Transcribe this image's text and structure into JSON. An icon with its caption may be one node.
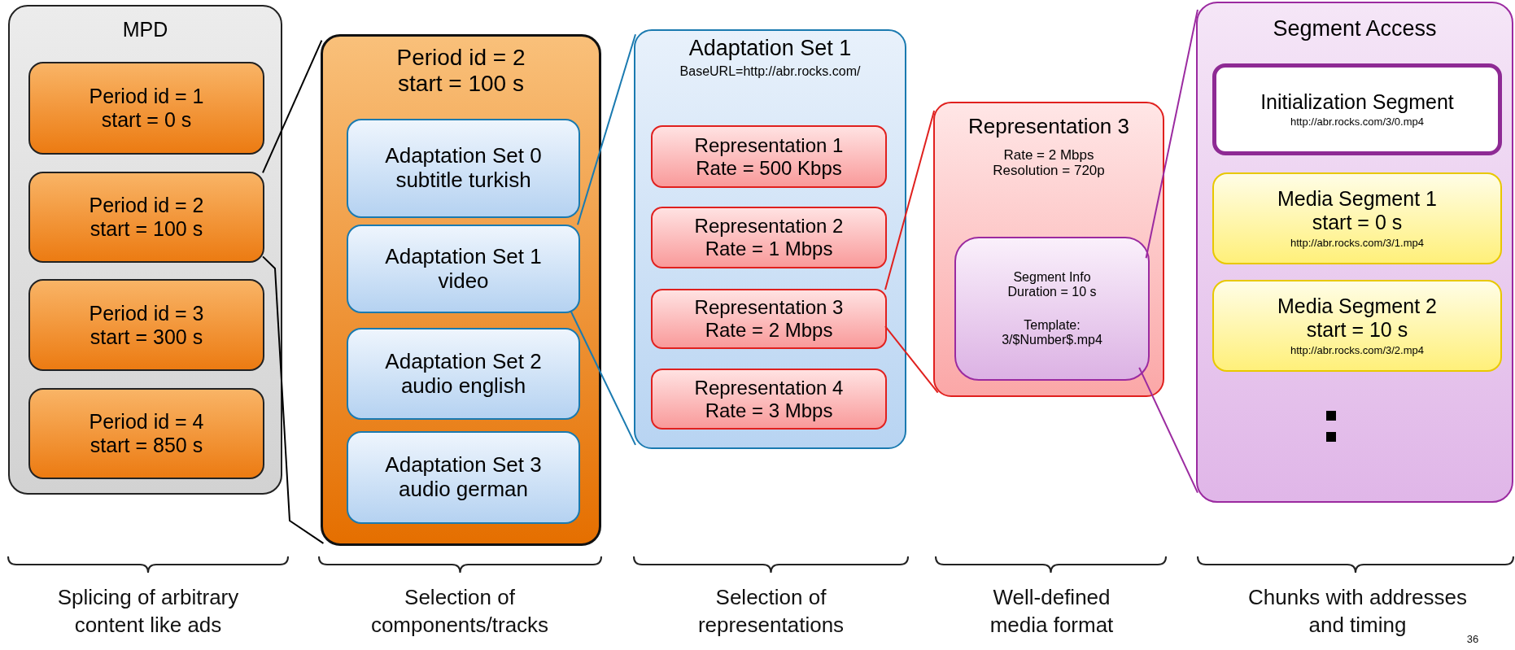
{
  "diagram": {
    "nodes": [
      {
        "text": [
          "MPD"
        ]
      },
      {
        "text": [
          "Period id = 1 start = 0 s"
        ],
        "in": 0
      },
      {
        "text": [
          "Period id = 2 start = 100 s"
        ],
        "in": 0
      },
      {
        "text": [
          "Period id = 3 start = 300 s"
        ],
        "in": 0
      },
      {
        "text": [
          "Period id = 4 start = 850 s"
        ],
        "in": 0
      },
      {
        "text": [
          "Period id = 2 start = 100 s"
        ]
      },
      {
        "text": [
          "Adaptation Set 0 subtitle turkish"
        ],
        "in": 5
      },
      {
        "text": [
          "Adaptation Set 1 video"
        ],
        "in": 5
      },
      {
        "text": [
          "Adaptation Set 2 audio english"
        ],
        "in": 5
      },
      {
        "text": [
          "Adaptation Set 3 audio german"
        ],
        "in": 5
      },
      {
        "text": [
          "Adaptation Set 1",
          "BaseURL=http://abr.rocks.com/"
        ]
      },
      {
        "text": [
          "Representation 1 Rate = 500 Kbps"
        ],
        "in": 10
      },
      {
        "text": [
          "Representation 2 Rate = 1 Mbps"
        ],
        "in": 10
      },
      {
        "text": [
          "Representation 3 Rate = 2 Mbps"
        ],
        "in": 10
      },
      {
        "text": [
          "Representation 4 Rate = 3 Mbps"
        ],
        "in": 10
      },
      {
        "text": [
          "Representation 3",
          "Rate = 2 Mbps Resolution = 720p"
        ]
      },
      {
        "text": [
          "Segment Info Duration = 10 s",
          "Template: 3/$Number$.mp4"
        ],
        "in": 15
      },
      {
        "text": [
          "Segment Access"
        ]
      },
      {
        "text": [
          "Initialization Segment",
          "http://abr.rocks.com/3/0.mp4"
        ],
        "in": 17
      },
      {
        "text": [
          "Media Segment 1 start = 0 s",
          "http://abr.rocks.com/3/1.mp4"
        ],
        "in": 17
      },
      {
        "text": [
          "Media Segment 2 start = 10 s",
          "http://abr.rocks.com/3/2.mp4"
        ],
        "in": 17
      }
    ],
    "edges": [
      {
        "from": 2,
        "to": 5,
        "arrow": "none"
      },
      {
        "from": 2,
        "to": 5,
        "arrow": "none"
      },
      {
        "from": 7,
        "to": 10,
        "arrow": "none",
        "color": "#1a7ab0"
      },
      {
        "from": 7,
        "to": 10,
        "arrow": "none",
        "color": "#1a7ab0"
      },
      {
        "from": 13,
        "to": 15,
        "arrow": "none",
        "color": "#e0201e"
      },
      {
        "from": 13,
        "to": 15,
        "arrow": "none",
        "color": "#e0201e"
      },
      {
        "from": 16,
        "to": 17,
        "arrow": "none",
        "color": "#9b2aa0"
      },
      {
        "from": 16,
        "to": 17,
        "arrow": "none",
        "color": "#9b2aa0"
      }
    ],
    "labels": [
      "Splicing of arbitrary content like ads",
      "Selection of components/tracks",
      "Selection of representations",
      "Well-defined media format",
      "Chunks with addresses and timing",
      "36"
    ]
  }
}
